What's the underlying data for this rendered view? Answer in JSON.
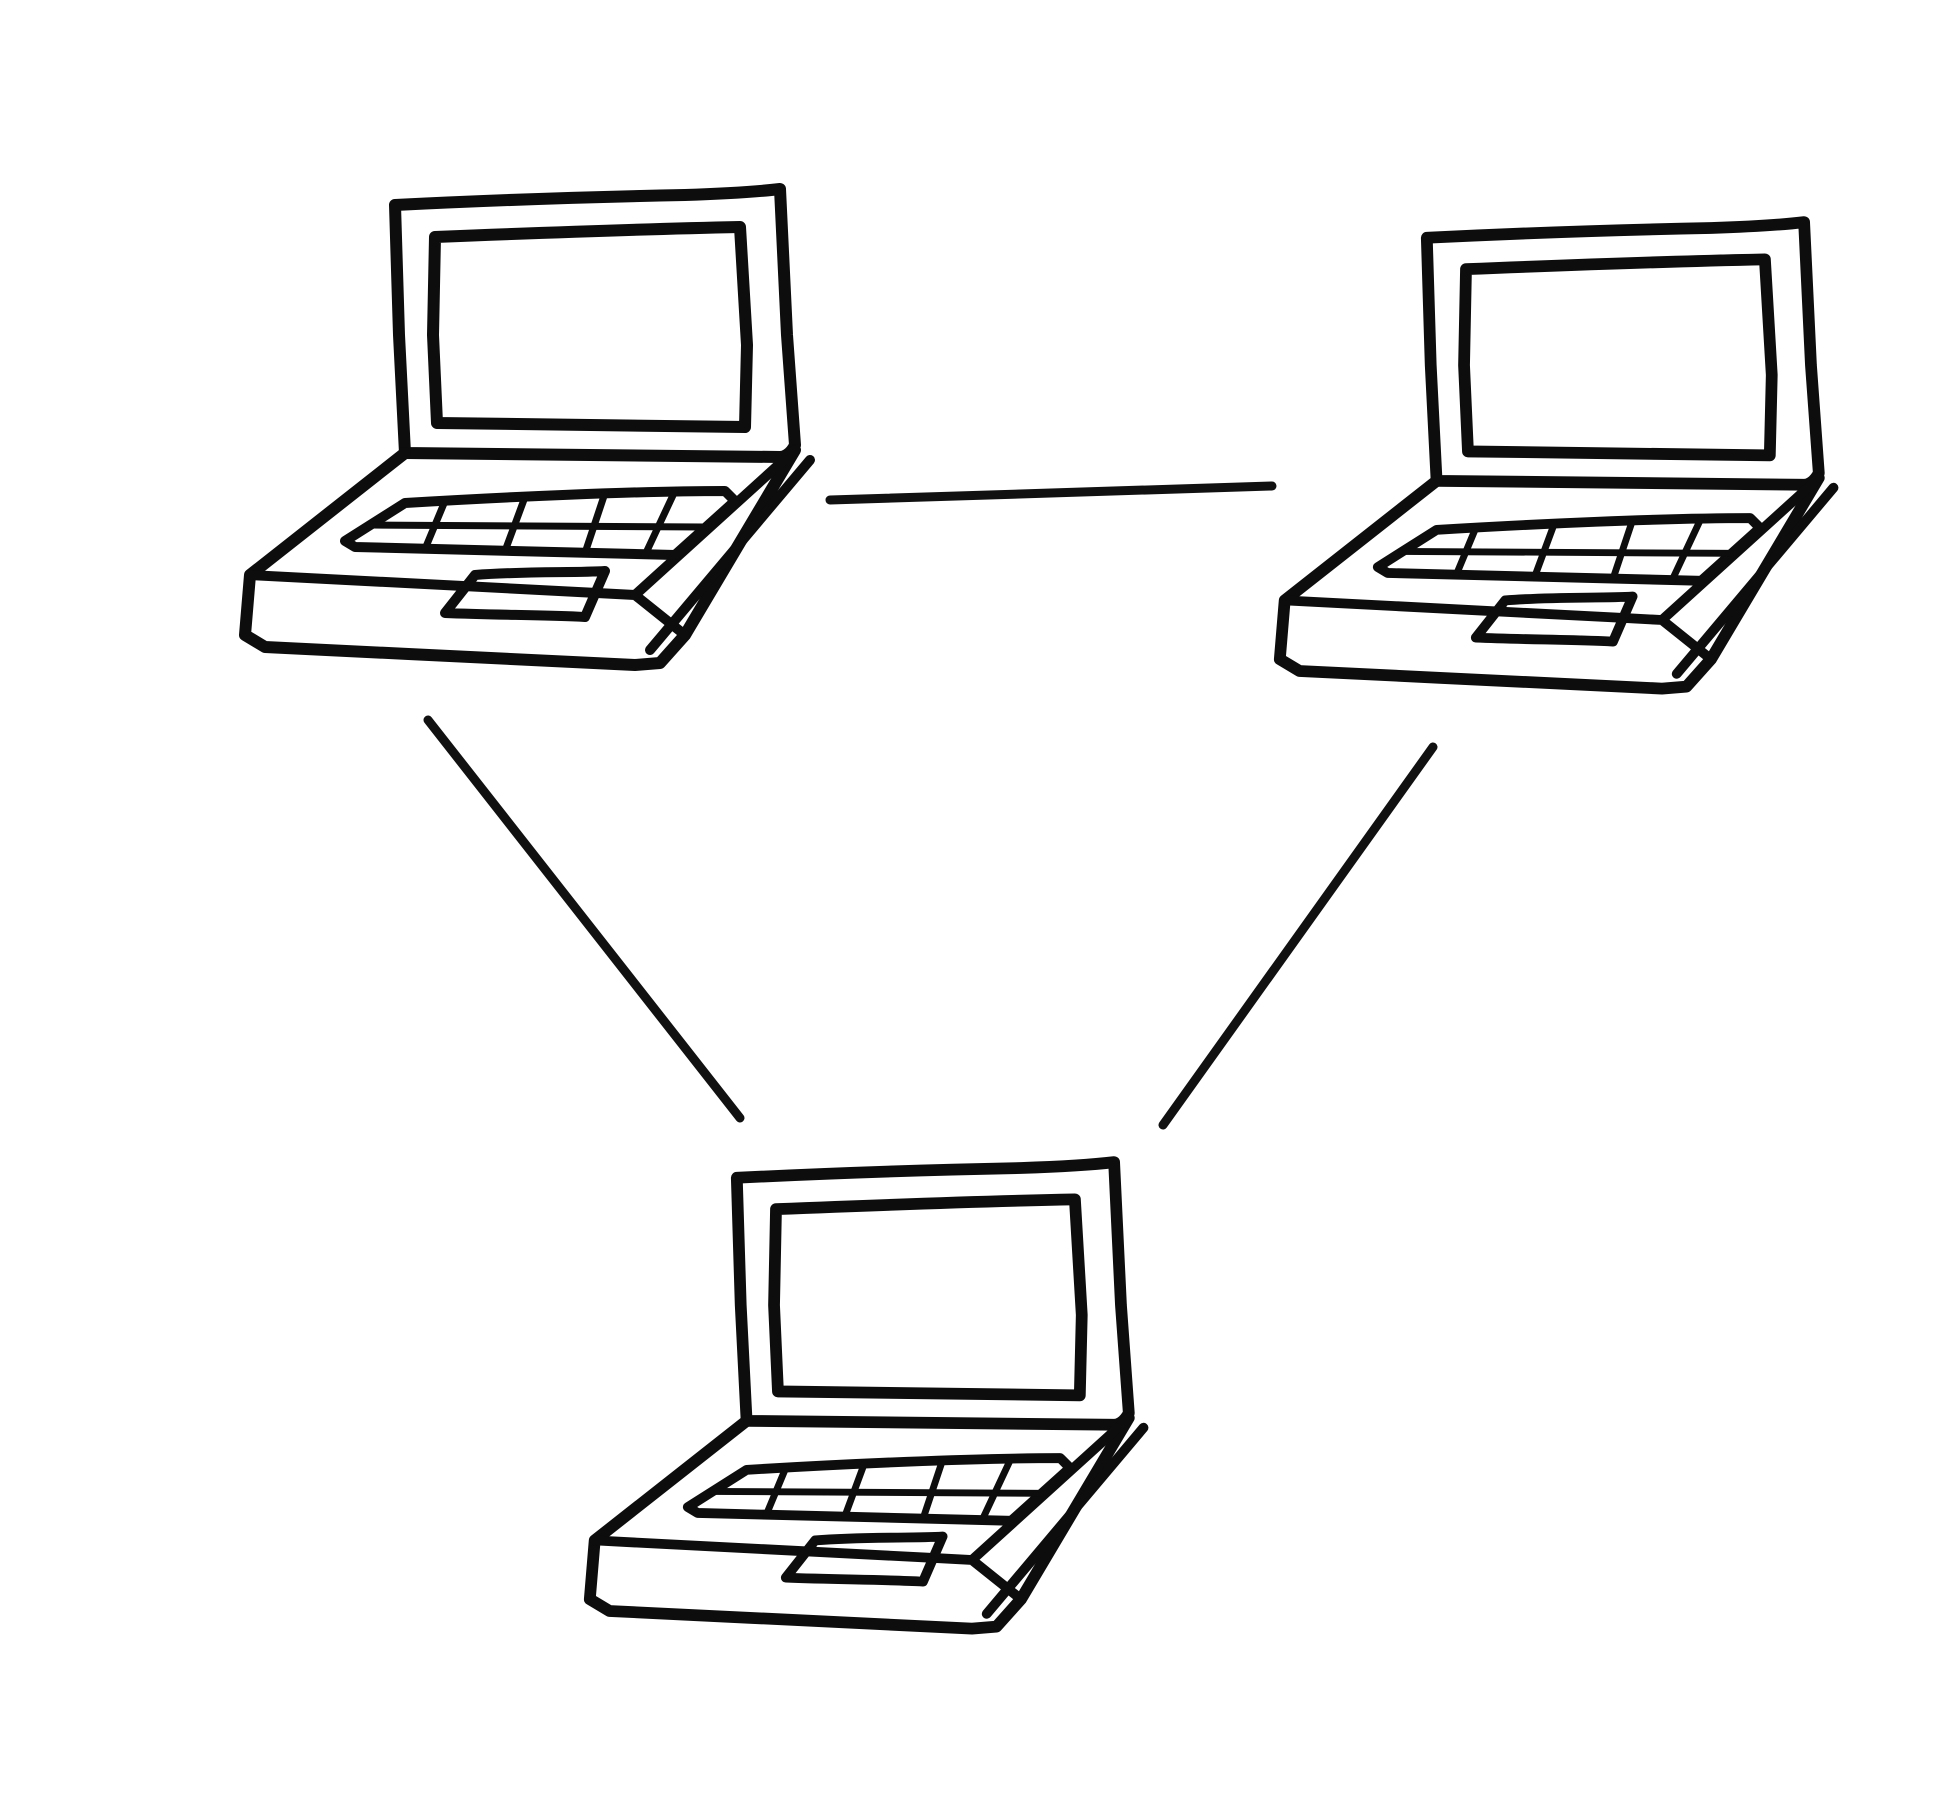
{
  "diagram": {
    "type": "network-topology",
    "style": "hand-drawn",
    "stroke_color": "#0d0d0d",
    "background_color": "#ffffff",
    "nodes": [
      {
        "id": "laptop-top-left",
        "icon": "laptop-icon"
      },
      {
        "id": "laptop-top-right",
        "icon": "laptop-icon"
      },
      {
        "id": "laptop-bottom",
        "icon": "laptop-icon"
      }
    ],
    "links": [
      {
        "from": "laptop-top-left",
        "to": "laptop-top-right"
      },
      {
        "from": "laptop-top-left",
        "to": "laptop-bottom"
      },
      {
        "from": "laptop-top-right",
        "to": "laptop-bottom"
      }
    ]
  }
}
